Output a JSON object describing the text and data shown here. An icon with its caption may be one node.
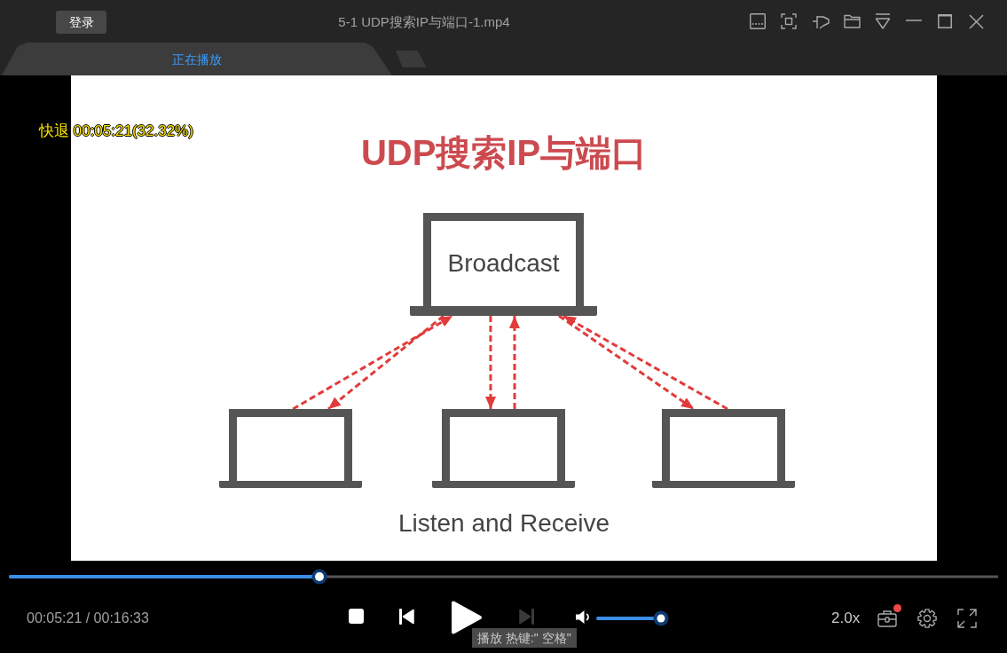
{
  "diagram": {
    "title": "UDP搜索IP与端口",
    "nodes": [
      {
        "text": [
          "Broadcast"
        ]
      },
      {
        "text": [],
        "shape": "laptop"
      },
      {
        "text": [],
        "shape": "laptop"
      },
      {
        "text": [],
        "shape": "laptop"
      }
    ],
    "edges": [
      {
        "from": 1,
        "to": 0,
        "arrow": "to",
        "style": "dashed"
      },
      {
        "from": 0,
        "to": 1,
        "arrow": "to",
        "style": "dashed"
      },
      {
        "from": 0,
        "to": 2,
        "arrow": "to",
        "style": "dashed"
      },
      {
        "from": 2,
        "to": 0,
        "arrow": "to",
        "style": "dashed"
      },
      {
        "from": 0,
        "to": 3,
        "arrow": "to",
        "style": "dashed"
      },
      {
        "from": 3,
        "to": 0,
        "arrow": "to",
        "style": "dashed"
      }
    ],
    "labels": [
      "登录",
      "5-1 UDP搜索IP与端口-1.mp4",
      "正在播放",
      "快退 00:05:21(32.32%)",
      "Listen and Receive",
      "00:05:21 / 00:16:33",
      "2.0x",
      "播放 热键:\" 空格\""
    ]
  }
}
